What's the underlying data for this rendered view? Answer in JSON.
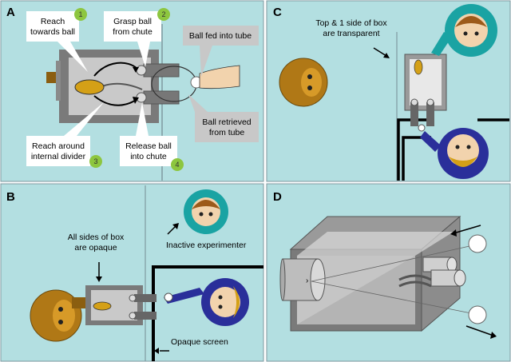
{
  "panels": {
    "a": {
      "label": "A",
      "callouts": {
        "reach_ball": [
          "Reach",
          "towards ball"
        ],
        "grasp_ball": [
          "Grasp ball",
          "from chute"
        ],
        "reach_around": [
          "Reach around",
          "internal divider"
        ],
        "release_ball": [
          "Release ball",
          "into chute"
        ],
        "ball_fed": "Ball fed into tube",
        "ball_retrieved": [
          "Ball retrieved",
          "from tube"
        ]
      },
      "steps": [
        "1",
        "2",
        "3",
        "4"
      ]
    },
    "b": {
      "label": "B",
      "sides_opaque": [
        "All sides of box",
        "are opaque"
      ],
      "inactive_experimenter": "Inactive experimenter",
      "opaque_screen": "Opaque screen"
    },
    "c": {
      "label": "C",
      "transparent": [
        "Top & 1 side of box",
        "are transparent"
      ]
    },
    "d": {
      "label": "D"
    }
  },
  "colors": {
    "panel_bg": "#b3dfe1",
    "step_badge": "#8dc63f",
    "box_frame": "#7a7a7a",
    "box_inner": "#c9c9c9",
    "callout_box": "#ffffff",
    "callout_grey": "#c8c8c8",
    "monkey": "#b07816",
    "teal_experimenter": "#1aa3a3",
    "blue_experimenter": "#2a2f9a"
  }
}
